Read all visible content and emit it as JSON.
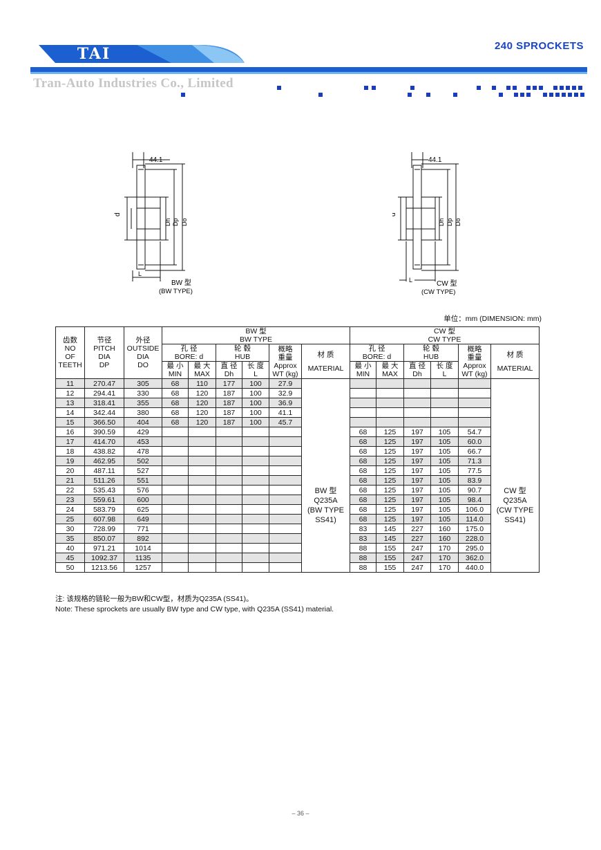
{
  "header": {
    "logo_text": "TAI",
    "title": "240  SPROCKETS",
    "company": "Tran-Auto Industries Co., Limited",
    "brand_color": "#1b5fd0",
    "title_color": "#1844c8"
  },
  "drawings": {
    "bw": {
      "dim": "44.1",
      "d": "d",
      "dh": "Dh",
      "dp": "Dp",
      "do": "Do",
      "l": "L",
      "type_cn": "BW 型",
      "type_en": "(BW   TYPE)"
    },
    "cw": {
      "dim": "44.1",
      "d": "d",
      "dh": "Dh",
      "dp": "Dp",
      "do": "Do",
      "l": "L",
      "type_cn": "CW 型",
      "type_en": "(CW    TYPE)"
    }
  },
  "units": "单位：mm (DIMENSION: mm)",
  "table": {
    "headers": {
      "teeth": [
        "齿数",
        "NO",
        "OF",
        "TEETH"
      ],
      "pitch": [
        "节径",
        "PITCH",
        "DIA",
        "DP"
      ],
      "outside": [
        "外径",
        "OUTSIDE",
        "DIA",
        "DO"
      ],
      "bw_group": [
        "BW 型",
        "BW TYPE"
      ],
      "cw_group": [
        "CW 型",
        "CW TYPE"
      ],
      "bore": [
        "孔 径",
        "BORE: d"
      ],
      "hub": [
        "轮 毂",
        "HUB"
      ],
      "weight": [
        "概略",
        "重量",
        "Approx",
        "WT (kg)"
      ],
      "material": [
        "材 质",
        "MATERIAL"
      ],
      "min": [
        "最 小",
        "MIN"
      ],
      "max": [
        "最 大",
        "MAX"
      ],
      "dh": [
        "直 径",
        "Dh"
      ],
      "len": [
        "长 度",
        "L"
      ]
    },
    "rows": [
      {
        "teeth": "11",
        "pitch": "270.47",
        "outside": "305",
        "bw": [
          "68",
          "110",
          "177",
          "100",
          "27.9"
        ],
        "cw": [
          "",
          "",
          "",
          "",
          ""
        ]
      },
      {
        "teeth": "12",
        "pitch": "294.41",
        "outside": "330",
        "bw": [
          "68",
          "120",
          "187",
          "100",
          "32.9"
        ],
        "cw": [
          "",
          "",
          "",
          "",
          ""
        ]
      },
      {
        "teeth": "13",
        "pitch": "318.41",
        "outside": "355",
        "bw": [
          "68",
          "120",
          "187",
          "100",
          "36.9"
        ],
        "cw": [
          "",
          "",
          "",
          "",
          ""
        ]
      },
      {
        "teeth": "14",
        "pitch": "342.44",
        "outside": "380",
        "bw": [
          "68",
          "120",
          "187",
          "100",
          "41.1"
        ],
        "cw": [
          "",
          "",
          "",
          "",
          ""
        ]
      },
      {
        "teeth": "15",
        "pitch": "366.50",
        "outside": "404",
        "bw": [
          "68",
          "120",
          "187",
          "100",
          "45.7"
        ],
        "cw": [
          "",
          "",
          "",
          "",
          ""
        ]
      },
      {
        "teeth": "16",
        "pitch": "390.59",
        "outside": "429",
        "bw": [
          "",
          "",
          "",
          "",
          ""
        ],
        "cw": [
          "68",
          "125",
          "197",
          "105",
          "54.7"
        ]
      },
      {
        "teeth": "17",
        "pitch": "414.70",
        "outside": "453",
        "bw": [
          "",
          "",
          "",
          "",
          ""
        ],
        "cw": [
          "68",
          "125",
          "197",
          "105",
          "60.0"
        ]
      },
      {
        "teeth": "18",
        "pitch": "438.82",
        "outside": "478",
        "bw": [
          "",
          "",
          "",
          "",
          ""
        ],
        "cw": [
          "68",
          "125",
          "197",
          "105",
          "66.7"
        ]
      },
      {
        "teeth": "19",
        "pitch": "462.95",
        "outside": "502",
        "bw": [
          "",
          "",
          "",
          "",
          ""
        ],
        "cw": [
          "68",
          "125",
          "197",
          "105",
          "71.3"
        ]
      },
      {
        "teeth": "20",
        "pitch": "487.11",
        "outside": "527",
        "bw": [
          "",
          "",
          "",
          "",
          ""
        ],
        "cw": [
          "68",
          "125",
          "197",
          "105",
          "77.5"
        ]
      },
      {
        "teeth": "21",
        "pitch": "511.26",
        "outside": "551",
        "bw": [
          "",
          "",
          "",
          "",
          ""
        ],
        "cw": [
          "68",
          "125",
          "197",
          "105",
          "83.9"
        ]
      },
      {
        "teeth": "22",
        "pitch": "535.43",
        "outside": "576",
        "bw": [
          "",
          "",
          "",
          "",
          ""
        ],
        "cw": [
          "68",
          "125",
          "197",
          "105",
          "90.7"
        ]
      },
      {
        "teeth": "23",
        "pitch": "559.61",
        "outside": "600",
        "bw": [
          "",
          "",
          "",
          "",
          ""
        ],
        "cw": [
          "68",
          "125",
          "197",
          "105",
          "98.4"
        ]
      },
      {
        "teeth": "24",
        "pitch": "583.79",
        "outside": "625",
        "bw": [
          "",
          "",
          "",
          "",
          ""
        ],
        "cw": [
          "68",
          "125",
          "197",
          "105",
          "106.0"
        ]
      },
      {
        "teeth": "25",
        "pitch": "607.98",
        "outside": "649",
        "bw": [
          "",
          "",
          "",
          "",
          ""
        ],
        "cw": [
          "68",
          "125",
          "197",
          "105",
          "114.0"
        ]
      },
      {
        "teeth": "30",
        "pitch": "728.99",
        "outside": "771",
        "bw": [
          "",
          "",
          "",
          "",
          ""
        ],
        "cw": [
          "83",
          "145",
          "227",
          "160",
          "175.0"
        ]
      },
      {
        "teeth": "35",
        "pitch": "850.07",
        "outside": "892",
        "bw": [
          "",
          "",
          "",
          "",
          ""
        ],
        "cw": [
          "83",
          "145",
          "227",
          "160",
          "228.0"
        ]
      },
      {
        "teeth": "40",
        "pitch": "971.21",
        "outside": "1014",
        "bw": [
          "",
          "",
          "",
          "",
          ""
        ],
        "cw": [
          "88",
          "155",
          "247",
          "170",
          "295.0"
        ]
      },
      {
        "teeth": "45",
        "pitch": "1092.37",
        "outside": "1135",
        "bw": [
          "",
          "",
          "",
          "",
          ""
        ],
        "cw": [
          "88",
          "155",
          "247",
          "170",
          "362.0"
        ]
      },
      {
        "teeth": "50",
        "pitch": "1213.56",
        "outside": "1257",
        "bw": [
          "",
          "",
          "",
          "",
          ""
        ],
        "cw": [
          "88",
          "155",
          "247",
          "170",
          "440.0"
        ]
      }
    ],
    "bw_material": [
      "BW 型",
      "Q235A",
      "(BW TYPE",
      "SS41)"
    ],
    "cw_material": [
      "CW 型",
      "Q235A",
      "(CW TYPE",
      "SS41)"
    ]
  },
  "notes": {
    "cn": "注:   该规格的链轮一般为BW和CW型，材质为Q235A (SS41)。",
    "en": "Note: These sprockets are usually BW type and CW type, with Q235A (SS41) material."
  },
  "page_number": "– 36 –"
}
